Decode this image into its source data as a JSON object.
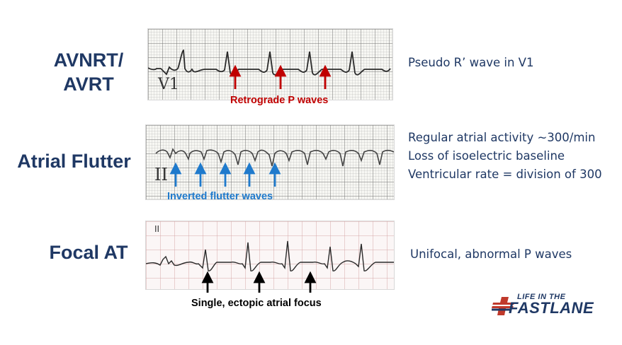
{
  "sections": [
    {
      "title": "AVNRT/\nAVRT",
      "lead": "V1",
      "caption": "Retrograde P waves",
      "caption_color": "#c00000",
      "description": [
        "Pseudo R’ wave in V1"
      ]
    },
    {
      "title": "Atrial Flutter",
      "lead": "II",
      "caption": "Inverted flutter waves",
      "caption_color": "#1f7acc",
      "description": [
        "Regular atrial activity ~300/min",
        "Loss of isoelectric baseline",
        "Ventricular rate = division of 300"
      ]
    },
    {
      "title": "Focal AT",
      "lead": "II",
      "caption": "Single, ectopic atrial focus",
      "caption_color": "#000000",
      "description": [
        "Unifocal, abnormal P waves"
      ]
    }
  ],
  "logo": {
    "line1": "LIFE IN THE",
    "line2": "FASTLANE",
    "text_color": "#1f3864",
    "accent_color": "#c0392b"
  },
  "colors": {
    "title": "#1f3864",
    "trace": "#2a2a2a",
    "arrow_red": "#c00000",
    "arrow_blue": "#1f7acc",
    "arrow_black": "#000000"
  }
}
